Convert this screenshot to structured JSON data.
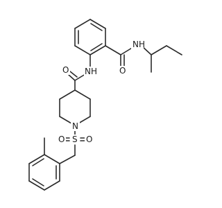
{
  "atoms": {
    "n_amide_top": "N",
    "h_amide_top": "H",
    "o_amide_top": "O",
    "o_amide_mid": "O",
    "n_amide_mid": "N",
    "h_amide_mid": "H",
    "n_piperidine": "N",
    "s_sulfonyl": "S",
    "o_sulfonyl_left": "O",
    "o_sulfonyl_right": "O"
  },
  "colors": {
    "bond": "#2a2a2a",
    "label": "#1a1a1a",
    "background": "#ffffff"
  }
}
